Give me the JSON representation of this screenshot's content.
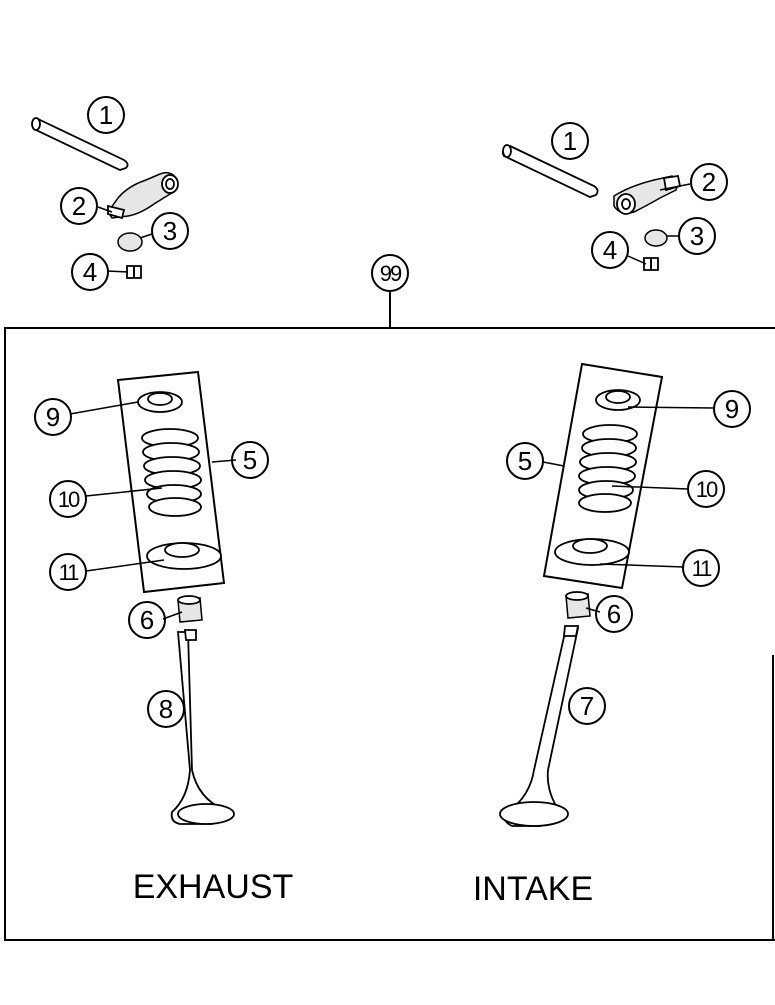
{
  "callouts": {
    "c1": "1",
    "c2": "2",
    "c3": "3",
    "c4": "4",
    "c5": "5",
    "c6": "6",
    "c7": "7",
    "c8": "8",
    "c9": "9",
    "c10": "10",
    "c11": "11",
    "c99": "99"
  },
  "labels": {
    "exhaust": "EXHAUST",
    "intake": "INTAKE"
  }
}
